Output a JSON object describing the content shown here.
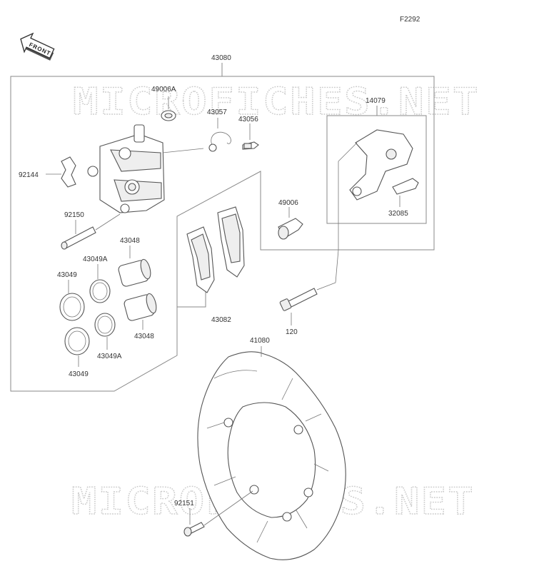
{
  "diagram_code": "F2292",
  "front_label": "FRONT",
  "watermark": "MICROFICHES.NET",
  "parts": {
    "caliper_assembly": "43080",
    "seal_49006A": "49006A",
    "spring_43057": "43057",
    "bleeder_43056": "43056",
    "bracket_14079": "14079",
    "pad_spring_92144": "92144",
    "boot_49006": "49006",
    "clip_32085": "32085",
    "pin_92150": "92150",
    "piston_43048_a": "43048",
    "seal_43049A_a": "43049A",
    "seal_43049_a": "43049",
    "piston_43048_b": "43048",
    "seal_43049A_b": "43049A",
    "seal_43049_b": "43049",
    "pad_set_43082": "43082",
    "bolt_120": "120",
    "disc_41080": "41080",
    "bolt_92151": "92151"
  }
}
